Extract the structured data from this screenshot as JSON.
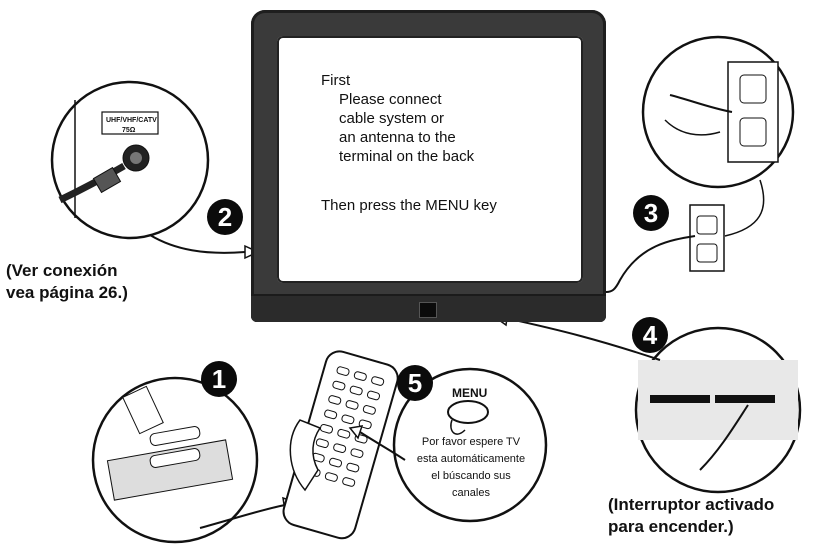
{
  "tv_screen": {
    "heading": "First",
    "lines": [
      "Please connect",
      "cable system or",
      "an antenna to the",
      "terminal on the back"
    ],
    "footer": "Then press the MENU key"
  },
  "steps": [
    "1",
    "2",
    "3",
    "4",
    "5"
  ],
  "antenna_inset": {
    "terminal_label": "UHF/VHF/CATV",
    "impedance_label": "75Ω"
  },
  "captions": {
    "connection_line1": "(Ver conexión",
    "connection_line2": "vea página 26.)",
    "switch_line1": "(Interruptor activado",
    "switch_line2": "para encender.)"
  },
  "menu_bubble": {
    "key_label": "MENU",
    "lines": [
      "Por favor espere TV",
      "esta automáticamente",
      "el búscando sus",
      "canales"
    ]
  }
}
